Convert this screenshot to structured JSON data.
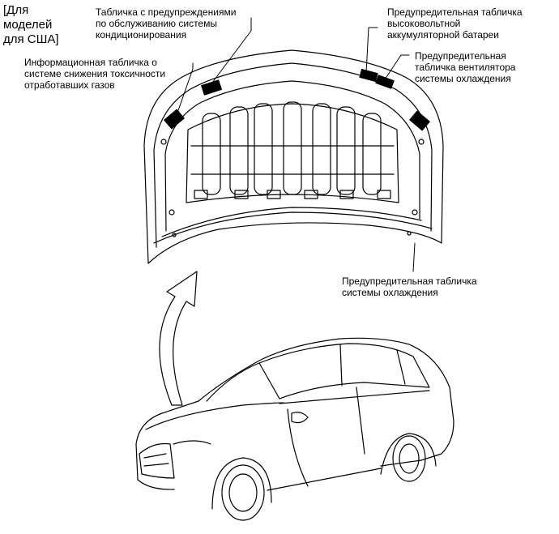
{
  "region_note": {
    "line1": "[Для",
    "line2": "моделей",
    "line3": "для США]"
  },
  "labels": {
    "ac_warning": {
      "line1": "Табличка с предупреждениями",
      "line2": "по обслуживанию системы",
      "line3": "кондиционирования"
    },
    "emission_info": {
      "line1": "Информационная табличка о",
      "line2": "системе снижения токсичности",
      "line3": "отработавших газов"
    },
    "hv_battery_warning": {
      "line1": "Предупредительная табличка",
      "line2": "высоковольтной",
      "line3": "аккумуляторной батареи"
    },
    "cooling_fan_warning": {
      "line1": "Предупредительная",
      "line2": "табличка вентилятора",
      "line3": "системы охлаждения"
    },
    "cooling_system_warning": {
      "line1": "Предупредительная табличка",
      "line2": "системы охлаждения"
    }
  }
}
